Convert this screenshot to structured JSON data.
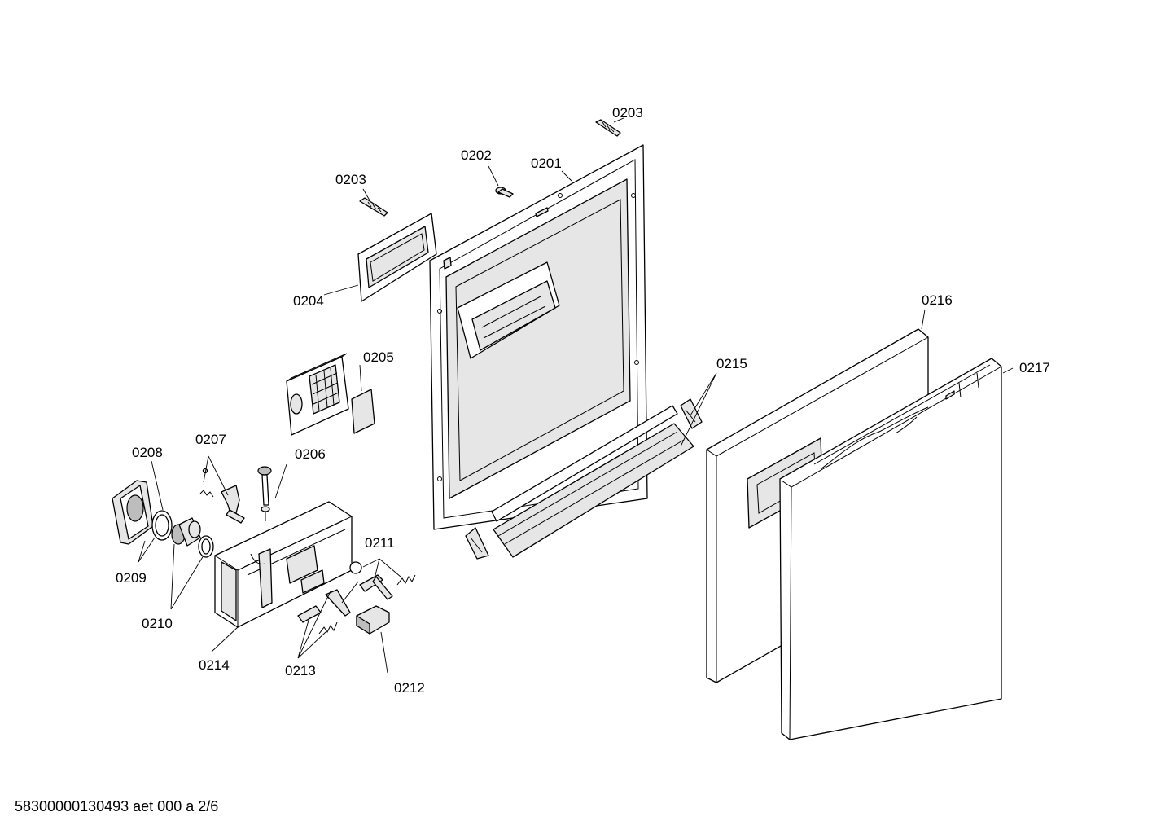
{
  "callouts": {
    "c0201": "0201",
    "c0202": "0202",
    "c0203a": "0203",
    "c0203b": "0203",
    "c0204": "0204",
    "c0205": "0205",
    "c0206": "0206",
    "c0207": "0207",
    "c0208": "0208",
    "c0209": "0209",
    "c0210": "0210",
    "c0211": "0211",
    "c0212": "0212",
    "c0213": "0213",
    "c0214": "0214",
    "c0215": "0215",
    "c0216": "0216",
    "c0217": "0217"
  },
  "footer": {
    "document_id": "58300000130493 aet 000 a 2/6"
  }
}
